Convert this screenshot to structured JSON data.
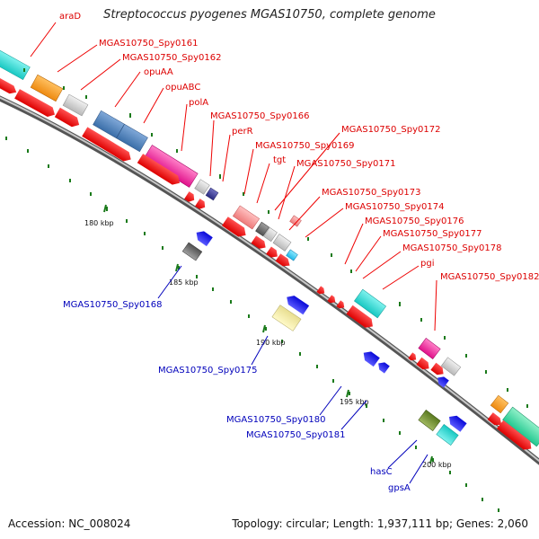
{
  "title": "Streptococcus pyogenes MGAS10750, complete genome",
  "accession": "Accession: NC_008024",
  "summary": "Topology: circular; Length: 1,937,111 bp; Genes: 2,060",
  "ticks": [
    {
      "label": "180 kbp"
    },
    {
      "label": "185 kbp"
    },
    {
      "label": "190 kbp"
    },
    {
      "label": "195 kbp"
    },
    {
      "label": "200 kbp"
    }
  ],
  "forward_genes": [
    {
      "label": "araD"
    },
    {
      "label": "MGAS10750_Spy0161"
    },
    {
      "label": "MGAS10750_Spy0162"
    },
    {
      "label": "opuAA"
    },
    {
      "label": "opuABC"
    },
    {
      "label": "polA"
    },
    {
      "label": "MGAS10750_Spy0166"
    },
    {
      "label": "perR"
    },
    {
      "label": "MGAS10750_Spy0169"
    },
    {
      "label": "tgt"
    },
    {
      "label": "MGAS10750_Spy0172"
    },
    {
      "label": "MGAS10750_Spy0171"
    },
    {
      "label": "MGAS10750_Spy0173"
    },
    {
      "label": "MGAS10750_Spy0174"
    },
    {
      "label": "MGAS10750_Spy0176"
    },
    {
      "label": "MGAS10750_Spy0177"
    },
    {
      "label": "MGAS10750_Spy0178"
    },
    {
      "label": "pgi"
    },
    {
      "label": "MGAS10750_Spy0182"
    }
  ],
  "reverse_genes": [
    {
      "label": "MGAS10750_Spy0168"
    },
    {
      "label": "MGAS10750_Spy0175"
    },
    {
      "label": "MGAS10750_Spy0180"
    },
    {
      "label": "MGAS10750_Spy0181"
    },
    {
      "label": "hasC"
    },
    {
      "label": "gpsA"
    }
  ],
  "colors": {
    "backbone": "#8a8a8a",
    "cds": "#ee0000",
    "forward_label": "#dd0000",
    "reverse_label": "#0000bb",
    "reverse_gene": "#1a1aee",
    "tick": "#1a7a1a"
  }
}
